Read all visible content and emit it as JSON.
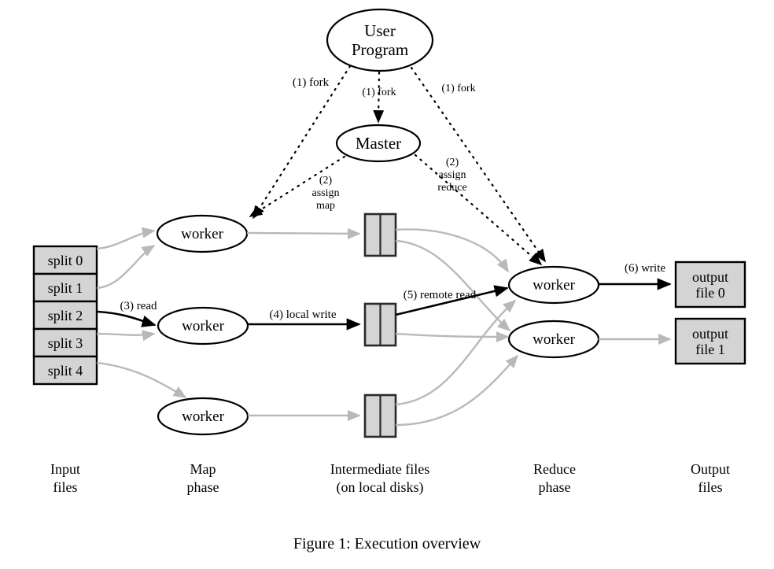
{
  "figure": {
    "caption": "Figure 1: Execution overview"
  },
  "colors": {
    "box_fill": "#d4d4d4",
    "box_stroke": "#000000",
    "oval_stroke": "#000000",
    "gray_arrow": "#b9b9b9",
    "black_arrow": "#000000",
    "dotted_arrow": "#000000",
    "background": "#ffffff"
  },
  "nodes": {
    "user_program": {
      "line1": "User",
      "line2": "Program"
    },
    "master": {
      "label": "Master"
    },
    "map_workers": [
      {
        "label": "worker"
      },
      {
        "label": "worker"
      },
      {
        "label": "worker"
      }
    ],
    "reduce_workers": [
      {
        "label": "worker"
      },
      {
        "label": "worker"
      }
    ],
    "input_splits": [
      {
        "label": "split 0"
      },
      {
        "label": "split 1"
      },
      {
        "label": "split 2"
      },
      {
        "label": "split 3"
      },
      {
        "label": "split 4"
      }
    ],
    "intermediate_files": [
      {
        "label": ""
      },
      {
        "label": ""
      },
      {
        "label": ""
      }
    ],
    "output_files": [
      {
        "line1": "output",
        "line2": "file 0"
      },
      {
        "line1": "output",
        "line2": "file 1"
      }
    ]
  },
  "edge_labels": {
    "fork_left": "(1) fork",
    "fork_center": "(1) fork",
    "fork_right": "(1) fork",
    "assign_map": {
      "line1": "(2)",
      "line2": "assign",
      "line3": "map"
    },
    "assign_reduce": {
      "line1": "(2)",
      "line2": "assign",
      "line3": "reduce"
    },
    "read": "(3) read",
    "local_write": "(4) local write",
    "remote_read": "(5) remote read",
    "write": "(6) write"
  },
  "column_labels": [
    {
      "line1": "Input",
      "line2": "files"
    },
    {
      "line1": "Map",
      "line2": "phase"
    },
    {
      "line1": "Intermediate files",
      "line2": "(on local disks)"
    },
    {
      "line1": "Reduce",
      "line2": "phase"
    },
    {
      "line1": "Output",
      "line2": "files"
    }
  ]
}
